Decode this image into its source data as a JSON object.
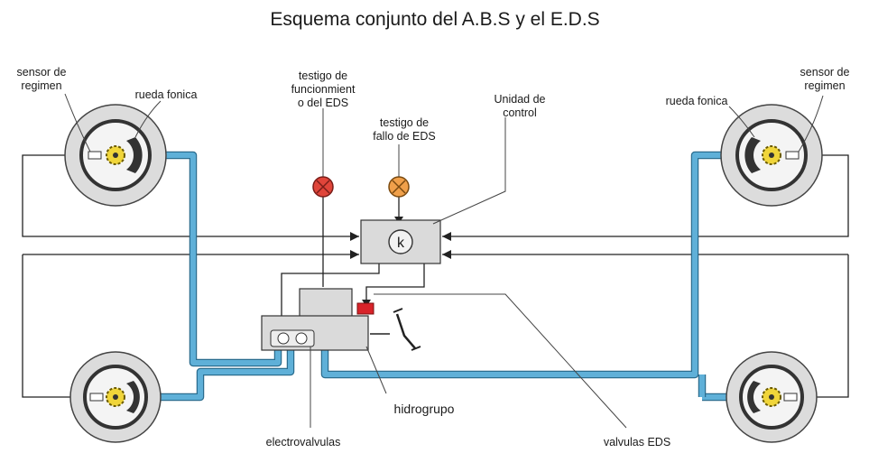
{
  "title": "Esquema conjunto del A.B.S y el E.D.S",
  "labels": {
    "sensor_left_1": "sensor de",
    "sensor_left_2": "regimen",
    "rueda_left": "rueda fonica",
    "testigo_func_1": "testigo de",
    "testigo_func_2": "funcionmient",
    "testigo_func_3": "o del EDS",
    "testigo_fallo_1": "testigo de",
    "testigo_fallo_2": "fallo de EDS",
    "unidad_1": "Unidad de",
    "unidad_2": "control",
    "rueda_right": "rueda fonica",
    "sensor_right_1": "sensor de",
    "sensor_right_2": "regimen",
    "hidrogrupo": "hidrogrupo",
    "electrovalvulas": "electrovalvulas",
    "valvulas_eds": "valvulas EDS",
    "control_symbol": "k"
  },
  "colors": {
    "hydraulic_line": "#5fb0d8",
    "lamp_function": "#e0453a",
    "lamp_fault": "#f0a04a",
    "eds_valve": "#d8232a"
  }
}
